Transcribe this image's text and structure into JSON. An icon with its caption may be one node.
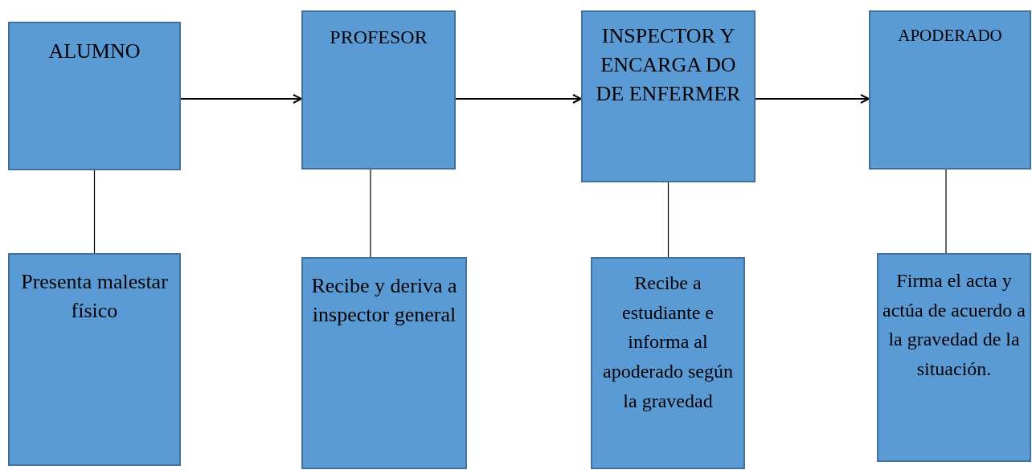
{
  "diagram": {
    "nodes": [
      {
        "text": [
          "ALUMNO"
        ]
      },
      {
        "text": [
          "PROFESOR"
        ]
      },
      {
        "text": [
          "INSPECTOR Y ENCARGA DO DE ENFERMER"
        ]
      },
      {
        "text": [
          "APODERADO"
        ]
      },
      {
        "text": [
          "Presenta malestar físico"
        ]
      },
      {
        "text": [
          "Recibe y deriva a inspector general"
        ]
      },
      {
        "text": [
          "Recibe a estudiante e informa al apoderado según la gravedad"
        ]
      },
      {
        "text": [
          "Firma el acta y actúa de acuerdo a la gravedad de la situación."
        ]
      }
    ],
    "edges": [
      {
        "from": 0,
        "to": 1,
        "arrow": "to"
      },
      {
        "from": 1,
        "to": 2,
        "arrow": "to"
      },
      {
        "from": 2,
        "to": 3,
        "arrow": "to"
      },
      {
        "from": 0,
        "to": 4,
        "arrow": "none"
      },
      {
        "from": 1,
        "to": 5,
        "arrow": "none"
      },
      {
        "from": 2,
        "to": 6,
        "arrow": "none"
      },
      {
        "from": 3,
        "to": 7,
        "arrow": "none"
      }
    ]
  }
}
